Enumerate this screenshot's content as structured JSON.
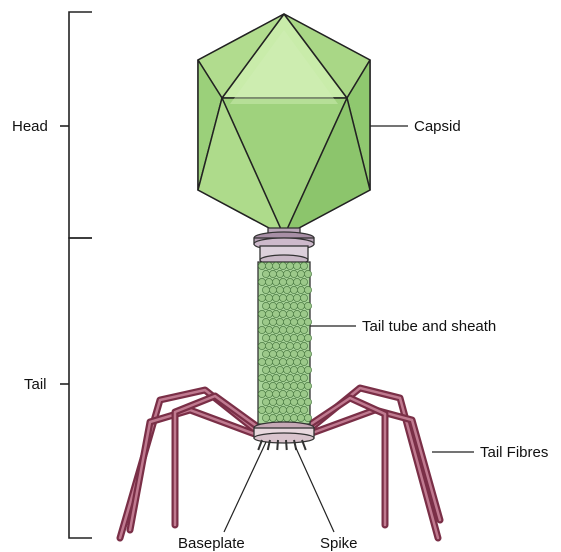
{
  "labels": {
    "head": "Head",
    "tail": "Tail",
    "capsid": "Capsid",
    "tail_tube": "Tail tube and sheath",
    "tail_fibres": "Tail Fibres",
    "baseplate": "Baseplate",
    "spike": "Spike"
  },
  "colors": {
    "capsid_light": "#c9ecaa",
    "capsid_mid": "#a3d880",
    "capsid_dark": "#86c062",
    "outline": "#222222",
    "sheath": "#9cc98a",
    "collar": "#b9a3b8",
    "fibre": "#7a2f47",
    "fibre_light": "#c07a90",
    "baseplate": "#e3cfd6"
  }
}
